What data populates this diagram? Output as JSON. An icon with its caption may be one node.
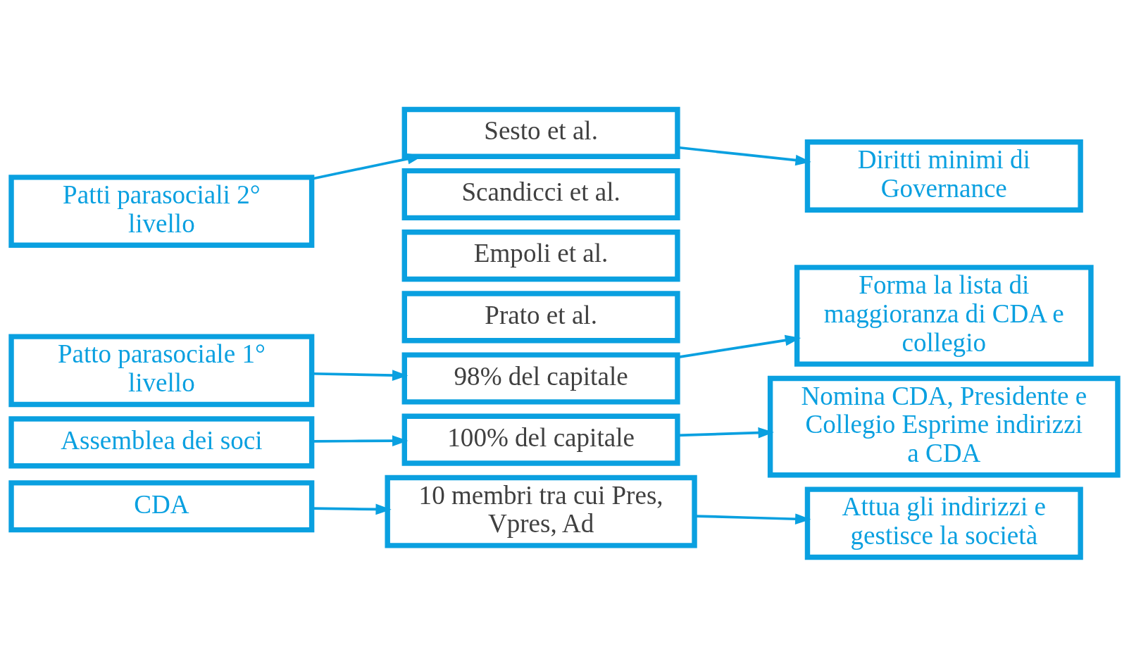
{
  "diagram": {
    "nodes": [
      {
        "text": [
          "Patti parasociali 2° livello"
        ]
      },
      {
        "text": [
          "Sesto et al."
        ]
      },
      {
        "text": [
          "Scandicci et al."
        ]
      },
      {
        "text": [
          "Empoli et al."
        ]
      },
      {
        "text": [
          "Prato et al."
        ]
      },
      {
        "text": [
          "Diritti minimi di Governance"
        ]
      },
      {
        "text": [
          "Patto parasociale 1° livello"
        ]
      },
      {
        "text": [
          "98% del capitale"
        ]
      },
      {
        "text": [
          "Forma la lista di maggioranza di CDA e collegio"
        ]
      },
      {
        "text": [
          "Assemblea dei soci"
        ]
      },
      {
        "text": [
          "100% del capitale"
        ]
      },
      {
        "text": [
          "Nomina CDA, Presidente e Collegio Esprime indirizzi a CDA"
        ]
      },
      {
        "text": [
          "CDA"
        ]
      },
      {
        "text": [
          "10 membri tra cui Pres, Vpres, Ad"
        ]
      },
      {
        "text": [
          "Attua gli indirizzi e gestisce la società"
        ]
      }
    ],
    "edges": [
      {
        "from": 0,
        "to": 1,
        "arrow": "to"
      },
      {
        "from": 1,
        "to": 5,
        "arrow": "to"
      },
      {
        "from": 6,
        "to": 7,
        "arrow": "to"
      },
      {
        "from": 7,
        "to": 8,
        "arrow": "to"
      },
      {
        "from": 9,
        "to": 10,
        "arrow": "to"
      },
      {
        "from": 10,
        "to": 11,
        "arrow": "to"
      },
      {
        "from": 12,
        "to": 13,
        "arrow": "to"
      },
      {
        "from": 13,
        "to": 14,
        "arrow": "to"
      }
    ]
  }
}
